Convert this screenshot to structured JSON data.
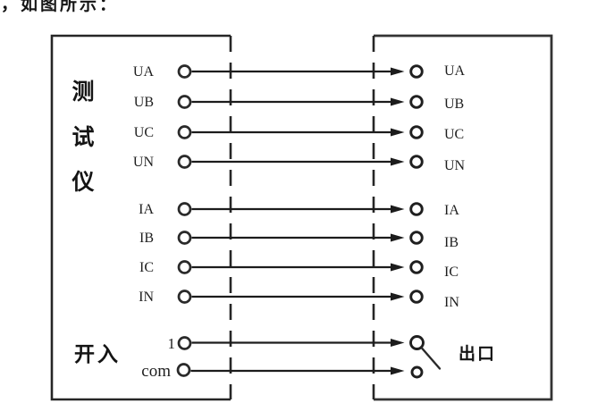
{
  "caption": "，如图所示：",
  "colors": {
    "ink": "#262626",
    "background": "#ffffff"
  },
  "diagram": {
    "left_device": {
      "name": "测试仪",
      "name_chars": [
        "测",
        "试",
        "仪"
      ],
      "io_group_label": "开入"
    },
    "right_device": {
      "output_label": "出口"
    },
    "rows": [
      {
        "left": "UA",
        "right": "UA"
      },
      {
        "left": "UB",
        "right": "UB"
      },
      {
        "left": "UC",
        "right": "UC"
      },
      {
        "left": "UN",
        "right": "UN"
      },
      {
        "left": "IA",
        "right": "IA"
      },
      {
        "left": "IB",
        "right": "IB"
      },
      {
        "left": "IC",
        "right": "IC"
      },
      {
        "left": "IN",
        "right": "IN"
      }
    ],
    "binary_rows": [
      {
        "label": "1"
      },
      {
        "label": "com"
      }
    ]
  }
}
